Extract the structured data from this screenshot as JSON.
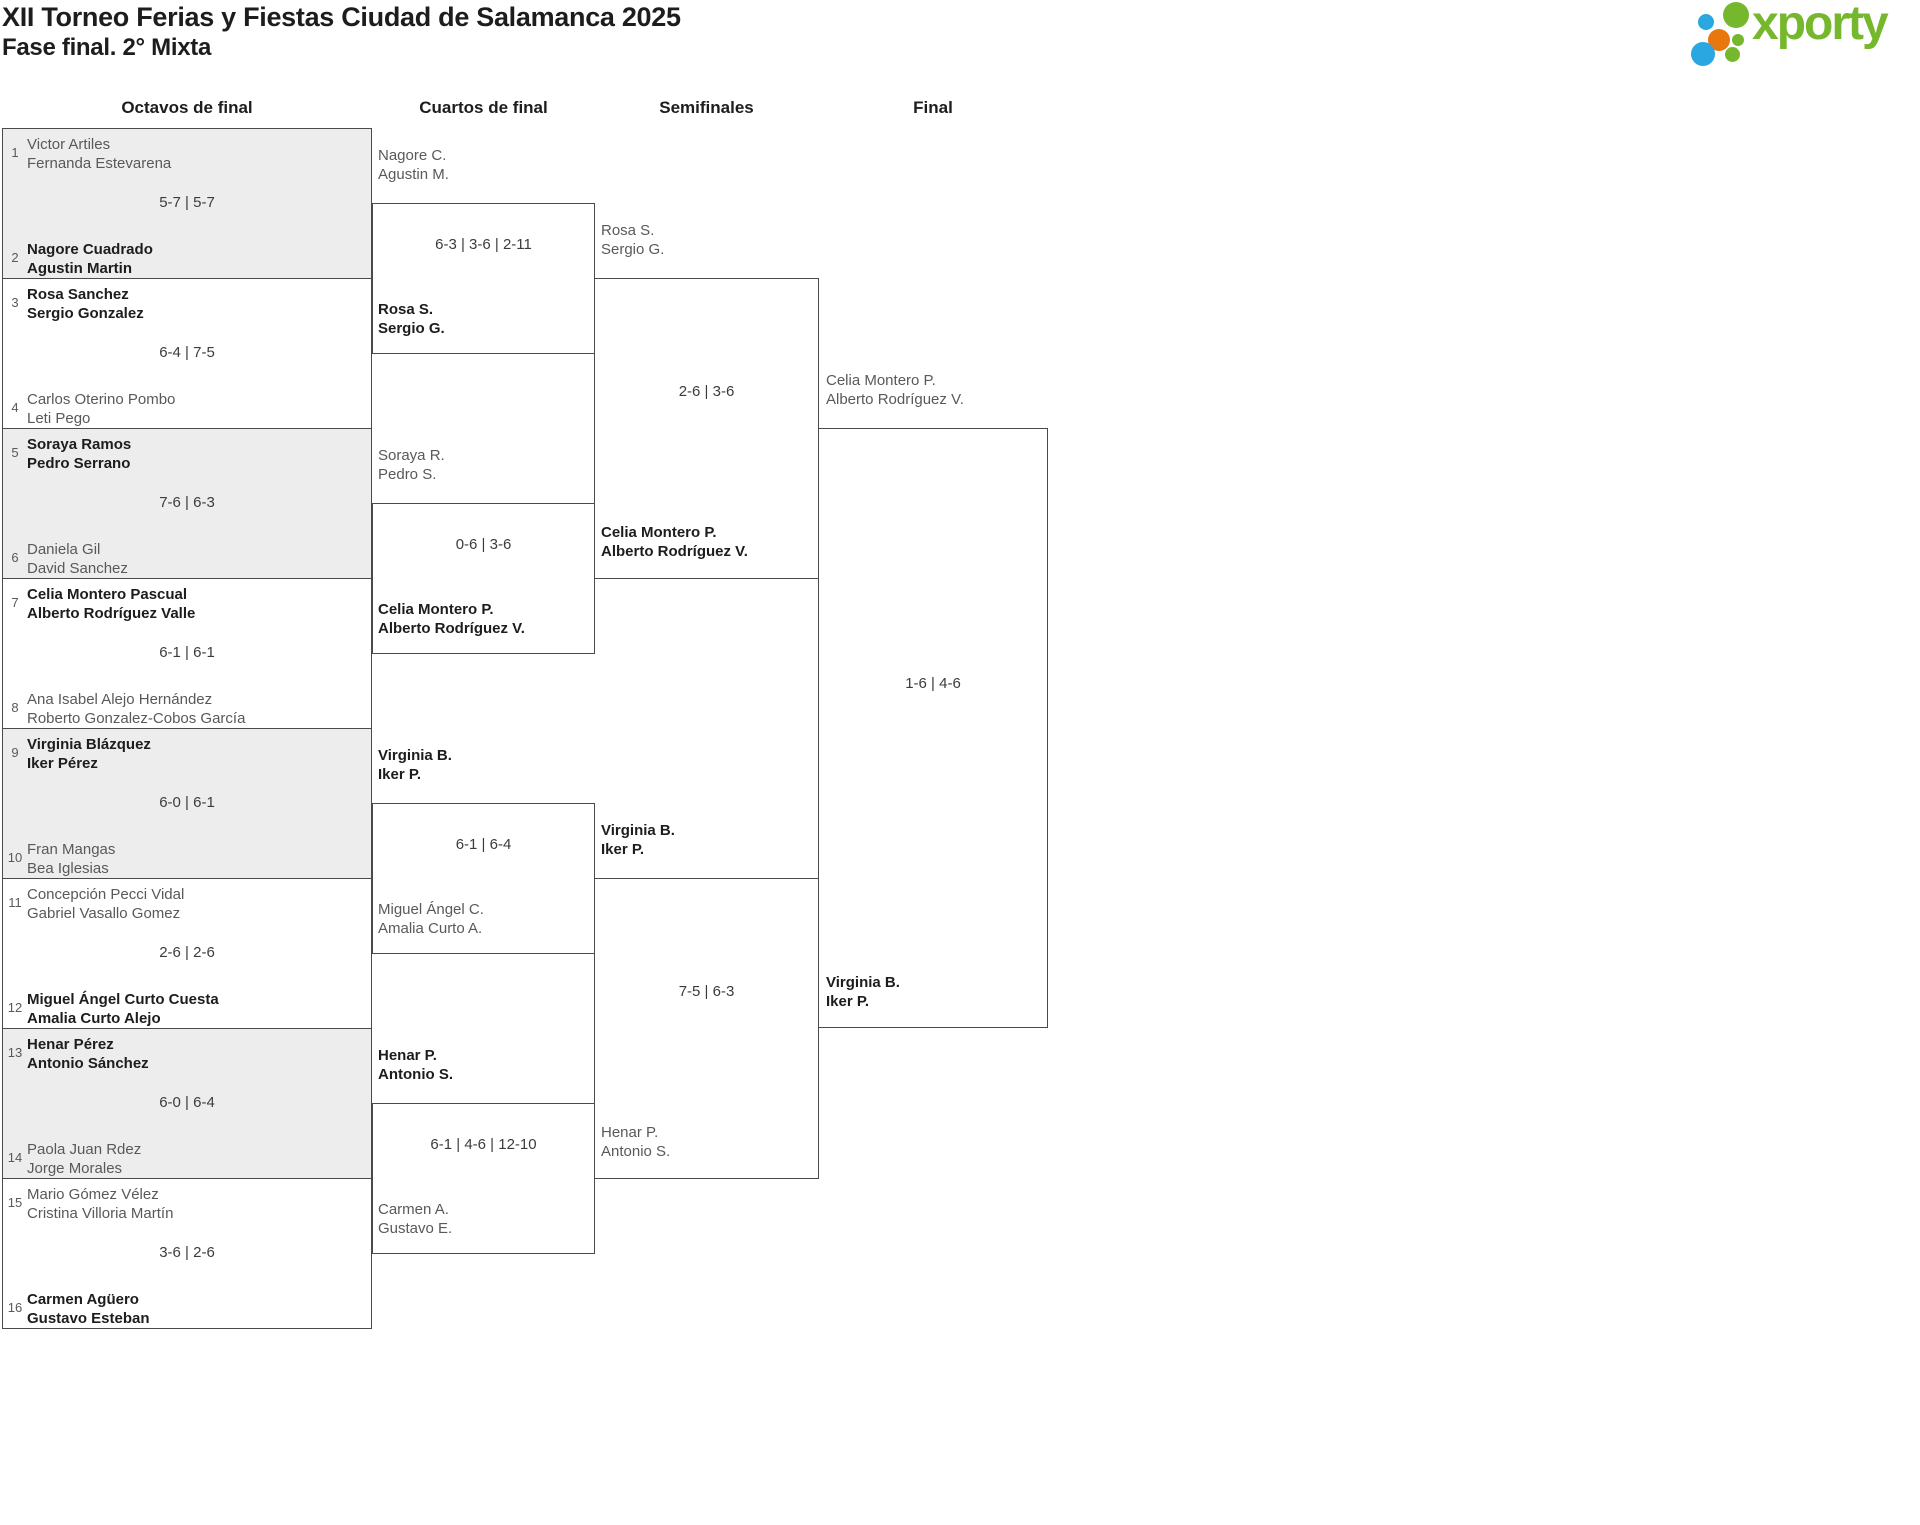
{
  "header": {
    "title": "XII Torneo Ferias y Fiestas Ciudad de Salamanca 2025",
    "subtitle": "Fase final. 2° Mixta"
  },
  "logo": {
    "text": "xporty",
    "brand_green": "#76b82d",
    "brand_blue": "#2aa7e0",
    "brand_orange": "#e8770e"
  },
  "columns": [
    "Octavos de final",
    "Cuartos de final",
    "Semifinales",
    "Final"
  ],
  "bracket": {
    "octavos": [
      {
        "seed1": "1",
        "team1": [
          "Victor Artiles",
          "Fernanda Estevarena"
        ],
        "score": "5-7 | 5-7",
        "seed2": "2",
        "team2": [
          "Nagore Cuadrado",
          "Agustin Martin"
        ],
        "winner": "team2"
      },
      {
        "seed1": "3",
        "team1": [
          "Rosa Sanchez",
          "Sergio Gonzalez"
        ],
        "score": "6-4 | 7-5",
        "seed2": "4",
        "team2": [
          "Carlos Oterino Pombo",
          "Leti Pego"
        ],
        "winner": "team1"
      },
      {
        "seed1": "5",
        "team1": [
          "Soraya Ramos",
          "Pedro Serrano"
        ],
        "score": "7-6 | 6-3",
        "seed2": "6",
        "team2": [
          "Daniela Gil",
          "David Sanchez"
        ],
        "winner": "team1"
      },
      {
        "seed1": "7",
        "team1": [
          "Celia Montero Pascual",
          "Alberto Rodríguez Valle"
        ],
        "score": "6-1 | 6-1",
        "seed2": "8",
        "team2": [
          "Ana Isabel Alejo Hernández",
          "Roberto Gonzalez-Cobos García"
        ],
        "winner": "team1"
      },
      {
        "seed1": "9",
        "team1": [
          "Virginia Blázquez",
          "Iker Pérez"
        ],
        "score": "6-0 | 6-1",
        "seed2": "10",
        "team2": [
          "Fran Mangas",
          "Bea Iglesias"
        ],
        "winner": "team1"
      },
      {
        "seed1": "11",
        "team1": [
          "Concepción Pecci Vidal",
          "Gabriel Vasallo Gomez"
        ],
        "score": "2-6 | 2-6",
        "seed2": "12",
        "team2": [
          "Miguel Ángel Curto Cuesta",
          "Amalia Curto Alejo"
        ],
        "winner": "team2"
      },
      {
        "seed1": "13",
        "team1": [
          "Henar Pérez",
          "Antonio Sánchez"
        ],
        "score": "6-0 | 6-4",
        "seed2": "14",
        "team2": [
          "Paola Juan Rdez",
          "Jorge Morales"
        ],
        "winner": "team1"
      },
      {
        "seed1": "15",
        "team1": [
          "Mario Gómez Vélez",
          "Cristina Villoria Martín"
        ],
        "score": "3-6 | 2-6",
        "seed2": "16",
        "team2": [
          "Carmen Agüero",
          "Gustavo Esteban"
        ],
        "winner": "team2"
      }
    ],
    "cuartos": [
      {
        "team1": [
          "Nagore C.",
          "Agustin M."
        ],
        "team2": [
          "Rosa S.",
          "Sergio G."
        ],
        "score": "6-3 | 3-6 | 2-11",
        "winner": "team2"
      },
      {
        "team1": [
          "Soraya R.",
          "Pedro S."
        ],
        "team2": [
          "Celia Montero P.",
          "Alberto Rodríguez V."
        ],
        "score": "0-6 | 3-6",
        "winner": "team2"
      },
      {
        "team1": [
          "Virginia B.",
          "Iker P."
        ],
        "team2": [
          "Miguel Ángel C.",
          "Amalia Curto A."
        ],
        "score": "6-1 | 6-4",
        "winner": "team1"
      },
      {
        "team1": [
          "Henar P.",
          "Antonio S."
        ],
        "team2": [
          "Carmen A.",
          "Gustavo E."
        ],
        "score": "6-1 | 4-6 | 12-10",
        "winner": "team1"
      }
    ],
    "semifinales": [
      {
        "team1": [
          "Rosa S.",
          "Sergio G."
        ],
        "team2": [
          "Celia Montero P.",
          "Alberto Rodríguez V."
        ],
        "score": "2-6 | 3-6",
        "winner": "team2"
      },
      {
        "team1": [
          "Virginia B.",
          "Iker P."
        ],
        "team2": [
          "Henar P.",
          "Antonio S."
        ],
        "score": "7-5 | 6-3",
        "winner": "team1"
      }
    ],
    "final": [
      {
        "team1": [
          "Celia Montero P.",
          "Alberto Rodríguez V."
        ],
        "team2": [
          "Virginia B.",
          "Iker P."
        ],
        "score": "1-6 | 4-6",
        "winner": "team2"
      }
    ]
  }
}
